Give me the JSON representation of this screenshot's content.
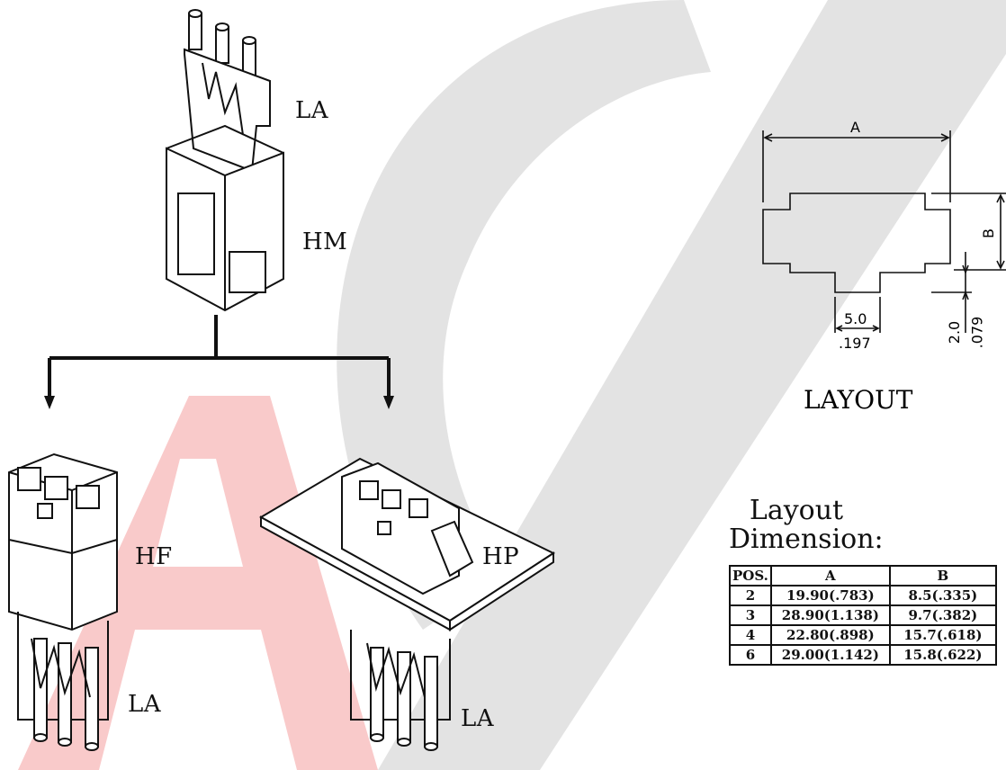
{
  "watermark": {
    "text": "ACS",
    "color_left": "#f7c8c8",
    "color_right": "#e2e2e2"
  },
  "labels": {
    "la_top": "LA",
    "hm": "HM",
    "hf": "HF",
    "la_left": "LA",
    "hp": "HP",
    "la_right": "LA"
  },
  "layout_drawing": {
    "dim_a": "A",
    "dim_b": "B",
    "dim_5": "5.0",
    "dim_197": ".197",
    "dim_2": "2.0",
    "dim_079": ".079",
    "title": "LAYOUT"
  },
  "layout_dimension": {
    "title_line1": "Layout",
    "title_line2": "Dimension:",
    "headers": [
      "POS.",
      "A",
      "B"
    ],
    "rows": [
      [
        "2",
        "19.90(.783)",
        "8.5(.335)"
      ],
      [
        "3",
        "28.90(1.138)",
        "9.7(.382)"
      ],
      [
        "4",
        "22.80(.898)",
        "15.7(.618)"
      ],
      [
        "6",
        "29.00(1.142)",
        "15.8(.622)"
      ]
    ]
  }
}
